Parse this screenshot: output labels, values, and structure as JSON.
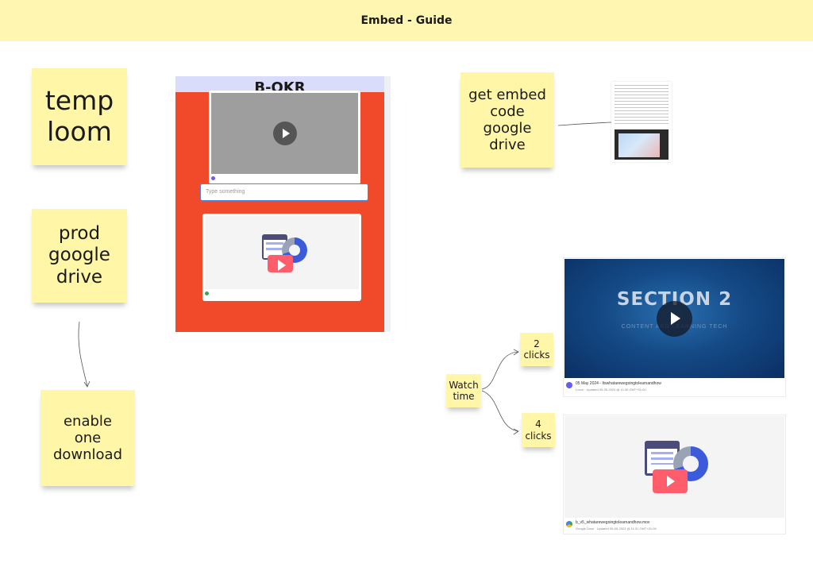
{
  "banner": {
    "title": "Embed - Guide"
  },
  "stickies": {
    "temp_loom": "temp\nloom",
    "prod_google_drive": "prod\ngoogle\ndrive",
    "enable_one_download": "enable\none\ndownload",
    "get_embed_code": "get embed\ncode\ngoogle\ndrive",
    "watch_time": "Watch\ntime",
    "two_clicks": "2\nclicks",
    "four_clicks": "4\nclicks"
  },
  "okr_embed": {
    "title": "B-OKR",
    "input_placeholder": "Type something"
  },
  "video_card": {
    "title": "SECTION 2",
    "subtitle": "CONTENT AND LEARNING TECH",
    "name": "05 May 2024 - Itswhatarewegoingtolearnandhow",
    "meta": "Loom · Updated 05-05-2024 @ 11:30 GMT+01:00",
    "icon_color": "#625df5"
  },
  "drive_card": {
    "name": "b_v5_whatarewegoingtolearnandhow.mov",
    "meta": "Google Docs · Updated 05-05-2024 @ 11:31 GMT+01:00"
  },
  "colors": {
    "banner": "#fff6b1",
    "sticky": "#fff6a8",
    "okr_background": "#f14a2a",
    "okr_header": "#d9ddfb",
    "drive_play": "#ff5c6c"
  }
}
